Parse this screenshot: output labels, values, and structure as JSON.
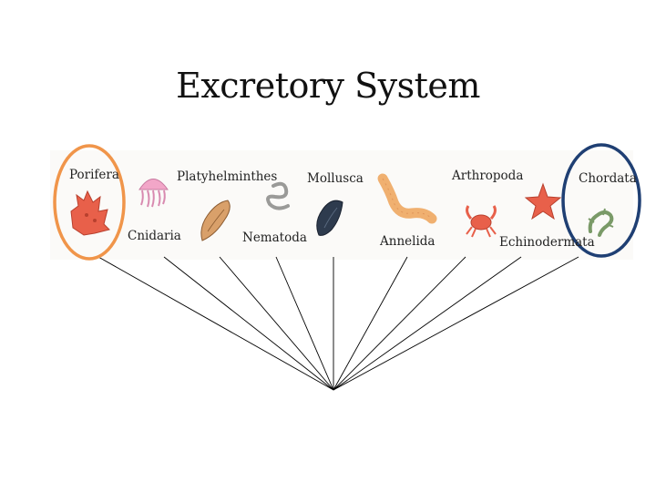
{
  "title": "Excretory System",
  "phyla": {
    "porifera": "Porifera",
    "cnidaria": "Cnidaria",
    "platyhelminthes": "Platyhelminthes",
    "nematoda": "Nematoda",
    "mollusca": "Mollusca",
    "annelida": "Annelida",
    "arthropoda": "Arthropoda",
    "echinodermata": "Echinodermata",
    "chordata": "Chordata"
  },
  "colors": {
    "porifera_circle": "#f0954a",
    "chordata_circle": "#1f3f73",
    "lines": "#000000"
  }
}
